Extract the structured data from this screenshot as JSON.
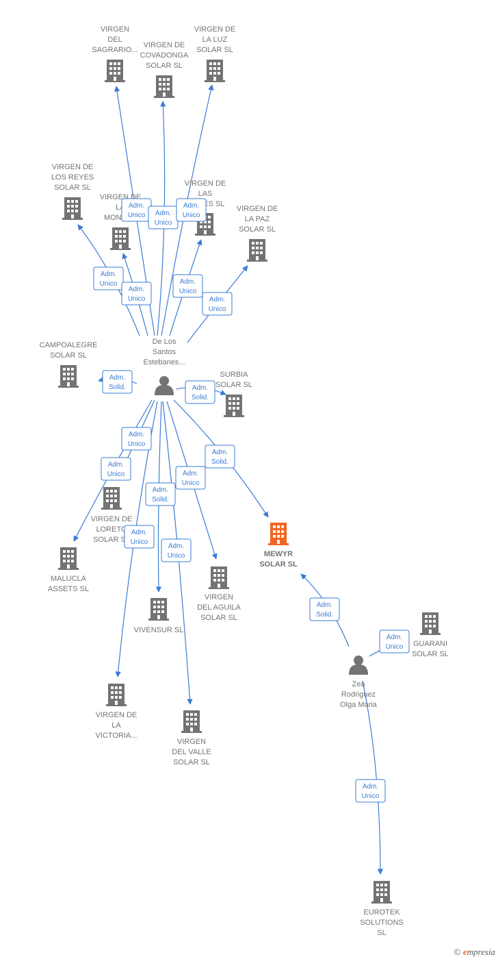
{
  "colors": {
    "edge": "#3a7bd5",
    "node": "#737373",
    "focus": "#f26522",
    "label_bg": "#ffffff"
  },
  "nodes": [
    {
      "id": "sagrario",
      "type": "company",
      "lines": [
        "VIRGEN",
        "DEL",
        "SAGRARIO..."
      ],
      "icon": "building-icon"
    },
    {
      "id": "covadonga",
      "type": "company",
      "lines": [
        "VIRGEN DE",
        "COVADONGA",
        "SOLAR  SL"
      ],
      "icon": "building-icon"
    },
    {
      "id": "luz",
      "type": "company",
      "lines": [
        "VIRGEN DE",
        "LA LUZ",
        "SOLAR  SL"
      ],
      "icon": "building-icon"
    },
    {
      "id": "reyes",
      "type": "company",
      "lines": [
        "VIRGEN DE",
        "LOS REYES",
        "SOLAR  SL"
      ],
      "icon": "building-icon"
    },
    {
      "id": "montana",
      "type": "company",
      "lines": [
        "VIRGEN DE",
        "LA",
        "MONTA..."
      ],
      "icon": "building-icon"
    },
    {
      "id": "nieves",
      "type": "company",
      "lines": [
        "VIRGEN DE",
        "LAS",
        "NIEVES  SL"
      ],
      "icon": "building-icon"
    },
    {
      "id": "paz",
      "type": "company",
      "lines": [
        "VIRGEN DE",
        "LA PAZ",
        "SOLAR  SL"
      ],
      "icon": "building-icon"
    },
    {
      "id": "campoalegre",
      "type": "company",
      "lines": [
        "CAMPOALEGRE",
        "SOLAR  SL"
      ],
      "icon": "building-icon"
    },
    {
      "id": "santos",
      "type": "person",
      "lines": [
        "De Los",
        "Santos",
        "Estebanes..."
      ],
      "icon": "person-icon"
    },
    {
      "id": "surbia",
      "type": "company",
      "lines": [
        "SURBIA",
        "SOLAR  SL"
      ],
      "icon": "building-icon"
    },
    {
      "id": "loreto",
      "type": "company",
      "lines": [
        "VIRGEN DE",
        "LORETO",
        "SOLAR  SL"
      ],
      "icon": "building-icon"
    },
    {
      "id": "malucla",
      "type": "company",
      "lines": [
        "MALUCLA",
        "ASSETS  SL"
      ],
      "icon": "building-icon"
    },
    {
      "id": "mewyr",
      "type": "focus",
      "lines": [
        "MEWYR",
        "SOLAR  SL"
      ],
      "icon": "building-icon"
    },
    {
      "id": "aguila",
      "type": "company",
      "lines": [
        "VIRGEN",
        "DEL AGUILA",
        "SOLAR  SL"
      ],
      "icon": "building-icon"
    },
    {
      "id": "vivensur",
      "type": "company",
      "lines": [
        "VIVENSUR SL"
      ],
      "icon": "building-icon"
    },
    {
      "id": "guarani",
      "type": "company",
      "lines": [
        "GUARANI",
        "SOLAR  SL"
      ],
      "icon": "building-icon"
    },
    {
      "id": "zea",
      "type": "person",
      "lines": [
        "Zea",
        "Rodriguez",
        "Olga Maria"
      ],
      "icon": "person-icon"
    },
    {
      "id": "victoria",
      "type": "company",
      "lines": [
        "VIRGEN DE",
        "LA",
        "VICTORIA..."
      ],
      "icon": "building-icon"
    },
    {
      "id": "valle",
      "type": "company",
      "lines": [
        "VIRGEN",
        "DEL VALLE",
        "SOLAR  SL"
      ],
      "icon": "building-icon"
    },
    {
      "id": "eurotek",
      "type": "company",
      "lines": [
        "EUROTEK",
        "SOLUTIONS",
        "SL"
      ],
      "icon": "building-icon"
    }
  ],
  "edges": [
    {
      "from": "santos",
      "to": "sagrario",
      "label": [
        "Adm.",
        "Unico"
      ]
    },
    {
      "from": "santos",
      "to": "covadonga",
      "label": [
        "Adm.",
        "Unico"
      ]
    },
    {
      "from": "santos",
      "to": "luz",
      "label": [
        "Adm.",
        "Unico"
      ]
    },
    {
      "from": "santos",
      "to": "reyes",
      "label": [
        "Adm.",
        "Unico"
      ]
    },
    {
      "from": "santos",
      "to": "montana",
      "label": [
        "Adm.",
        "Unico"
      ]
    },
    {
      "from": "santos",
      "to": "nieves",
      "label": [
        "Adm.",
        "Unico"
      ]
    },
    {
      "from": "santos",
      "to": "paz",
      "label": [
        "Adm.",
        "Unico"
      ]
    },
    {
      "from": "santos",
      "to": "campoalegre",
      "label": [
        "Adm.",
        "Solid."
      ]
    },
    {
      "from": "santos",
      "to": "surbia",
      "label": [
        "Adm.",
        "Solid."
      ]
    },
    {
      "from": "santos",
      "to": "loreto",
      "label": [
        "Adm.",
        "Unico"
      ]
    },
    {
      "from": "santos",
      "to": "malucla",
      "label": [
        "Adm.",
        "Unico"
      ]
    },
    {
      "from": "santos",
      "to": "mewyr",
      "label": [
        "Adm.",
        "Solid."
      ]
    },
    {
      "from": "santos",
      "to": "aguila",
      "label": [
        "Adm.",
        "Unico"
      ]
    },
    {
      "from": "santos",
      "to": "vivensur",
      "label": [
        "Adm.",
        "Solid."
      ]
    },
    {
      "from": "santos",
      "to": "victoria",
      "label": [
        "Adm.",
        "Unico"
      ]
    },
    {
      "from": "santos",
      "to": "valle",
      "label": [
        "Adm.",
        "Unico"
      ]
    },
    {
      "from": "zea",
      "to": "mewyr",
      "label": [
        "Adm.",
        "Solid."
      ]
    },
    {
      "from": "zea",
      "to": "guarani",
      "label": [
        "Adm.",
        "Unico"
      ]
    },
    {
      "from": "zea",
      "to": "eurotek",
      "label": [
        "Adm.",
        "Unico"
      ]
    }
  ],
  "footer": {
    "copyright": "©",
    "brand_first": "e",
    "brand_rest": "mpresia"
  }
}
